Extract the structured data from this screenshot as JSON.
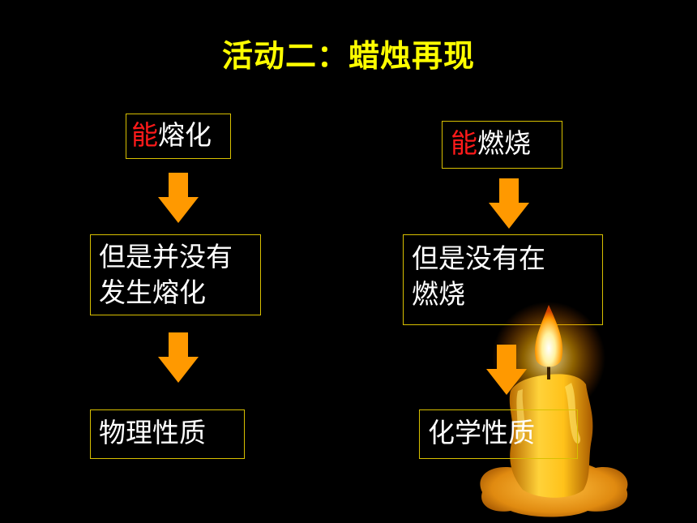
{
  "title": "活动二：蜡烛再现",
  "left": {
    "box1": {
      "prefix": "能",
      "rest": "熔化"
    },
    "box2": {
      "line1": "但是并没有",
      "line2": "发生熔化"
    },
    "box3": "物理性质"
  },
  "right": {
    "box1": {
      "prefix": "能",
      "rest": "燃烧"
    },
    "box2": {
      "line1": "但是没有在",
      "line2": "燃烧"
    },
    "box3": "化学性质"
  },
  "colors": {
    "title": "#ffff00",
    "highlight": "#ff1a1a",
    "arrow": "#ff9900",
    "border": "#d8c000"
  }
}
